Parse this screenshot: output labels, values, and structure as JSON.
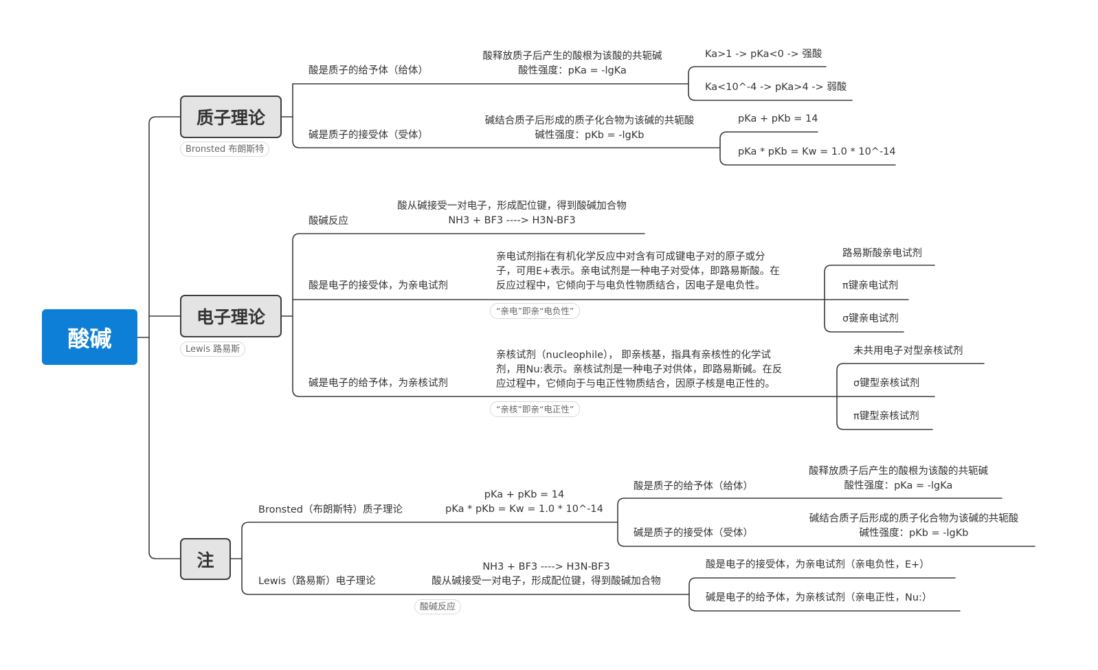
{
  "root": "酸碱",
  "proton": {
    "title": "质子理论",
    "tag": "Bronsted 布朗斯特",
    "acid_label": "酸是质子的给予体（给体）",
    "acid_desc": [
      "酸释放质子后产生的酸根为该酸的共轭碱",
      "酸性强度：pKa = -lgKa"
    ],
    "acid_leaf1": "Ka>1 -> pKa<0 -> 强酸",
    "acid_leaf2": "Ka<10^-4 -> pKa>4 -> 弱酸",
    "base_label": "碱是质子的接受体（受体）",
    "base_desc": [
      "碱结合质子后形成的质子化合物为该碱的共轭酸",
      "碱性强度：pKb = -lgKb"
    ],
    "base_leaf1": "pKa + pKb = 14",
    "base_leaf2": "pKa * pKb = Kw = 1.0 * 10^-14"
  },
  "electron": {
    "title": "电子理论",
    "tag": "Lewis 路易斯",
    "reaction_label": "酸碱反应",
    "reaction_desc": [
      "酸从碱接受一对电子，形成配位键，得到酸碱加合物",
      "NH3 + BF3 ----> H3N-BF3"
    ],
    "acid_label": "酸是电子的接受体，为亲电试剂",
    "acid_desc": [
      "亲电试剂指在有机化学反应中对含有可成键电子对的原子或分",
      "子，可用E+表示。亲电试剂是一种电子对受体，即路易斯酸。在",
      "反应过程中，它倾向于与电负性物质结合，因电子是电负性。"
    ],
    "acid_note": "“亲电”即亲“电负性”",
    "acid_leaves": [
      "路易斯酸亲电试剂",
      "π键亲电试剂",
      "σ键亲电试剂"
    ],
    "base_label": "碱是电子的给予体，为亲核试剂",
    "base_desc": [
      "亲核试剂（nucleophile）， 即亲核基，指具有亲核性的化学试",
      "剂，用Nu:表示。亲核试剂是一种电子对供体，即路易斯碱。在反",
      "应过程中，它倾向于与电正性物质结合，因原子核是电正性的。"
    ],
    "base_note": "“亲核”即亲“电正性”",
    "base_leaves": [
      "未共用电子对型亲核试剂",
      "σ键型亲核试剂",
      "π键型亲核试剂"
    ]
  },
  "note": {
    "title": "注",
    "bronsted_label": "Bronsted（布朗斯特）质子理论",
    "bronsted_desc": [
      "pKa + pKb = 14",
      "pKa * pKb = Kw = 1.0 * 10^-14"
    ],
    "acid_label": "酸是质子的给予体（给体）",
    "acid_desc": [
      "酸释放质子后产生的酸根为该酸的共轭碱",
      "酸性强度：pKa = -lgKa"
    ],
    "base_label": "碱是质子的接受体（受体）",
    "base_desc": [
      "碱结合质子后形成的质子化合物为该碱的共轭酸",
      "碱性强度：pKb = -lgKb"
    ],
    "lewis_label": "Lewis（路易斯）电子理论",
    "lewis_desc": [
      "NH3 + BF3 ----> H3N-BF3",
      "酸从碱接受一对电子，形成配位键，得到酸碱加合物"
    ],
    "lewis_tag": "酸碱反应",
    "lewis_leaf1": "酸是电子的接受体，为亲电试剂（亲电负性，E+）",
    "lewis_leaf2": "碱是电子的给予体，为亲核试剂（亲电正性，Nu:）"
  }
}
